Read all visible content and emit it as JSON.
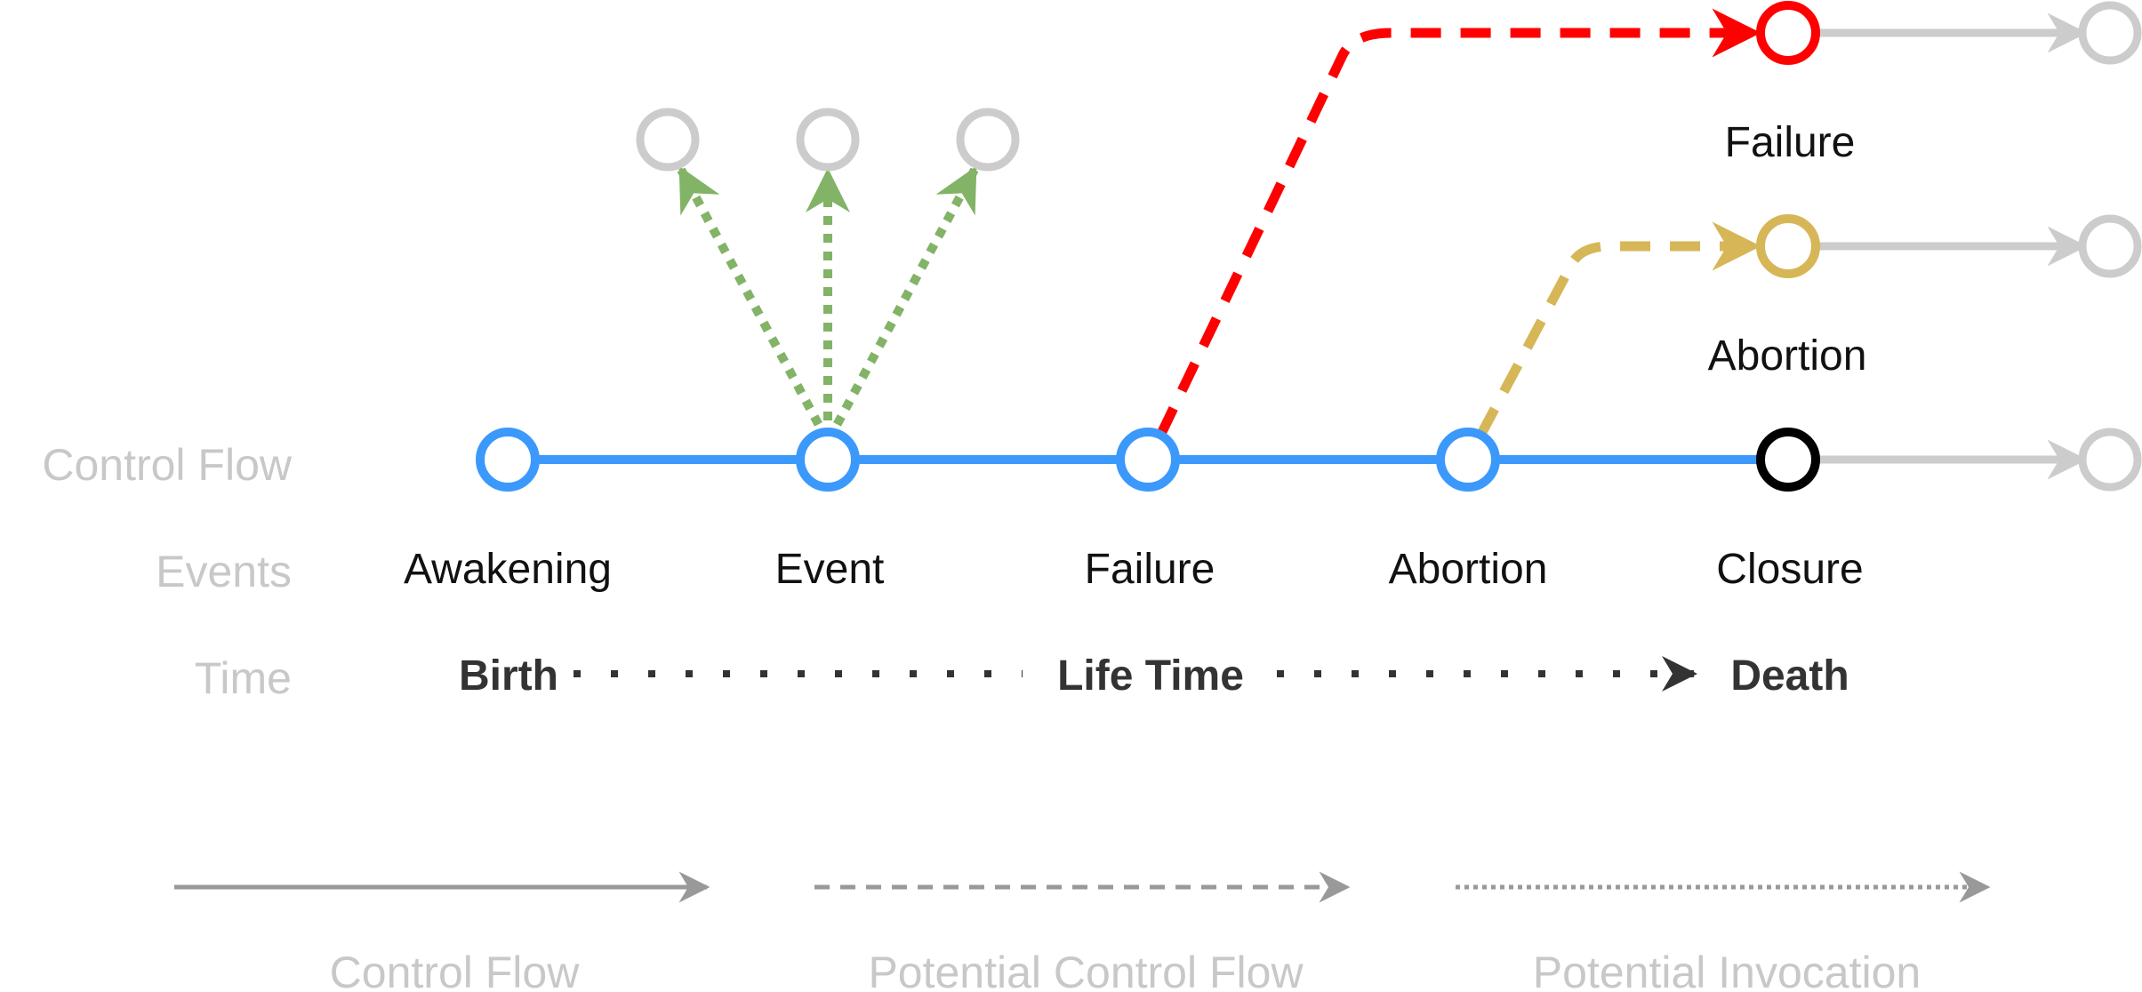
{
  "row_labels": {
    "control_flow": "Control Flow",
    "events": "Events",
    "time": "Time"
  },
  "events": {
    "awakening": "Awakening",
    "event": "Event",
    "failure": "Failure",
    "abortion": "Abortion",
    "closure": "Closure"
  },
  "branch_labels": {
    "failure": "Failure",
    "abortion": "Abortion"
  },
  "time": {
    "birth": "Birth",
    "life_time": "Life Time",
    "death": "Death"
  },
  "legend": {
    "control_flow": "Control Flow",
    "potential_control_flow": "Potential Control Flow",
    "potential_invocation": "Potential Invocation"
  },
  "colors": {
    "control_flow": "#3b99fc",
    "failure": "#ff0000",
    "abortion": "#d6b656",
    "invocation": "#82b366",
    "inactive": "#cccccc",
    "closure": "#000000",
    "legend": "#999999",
    "time_arrow": "#333333"
  }
}
